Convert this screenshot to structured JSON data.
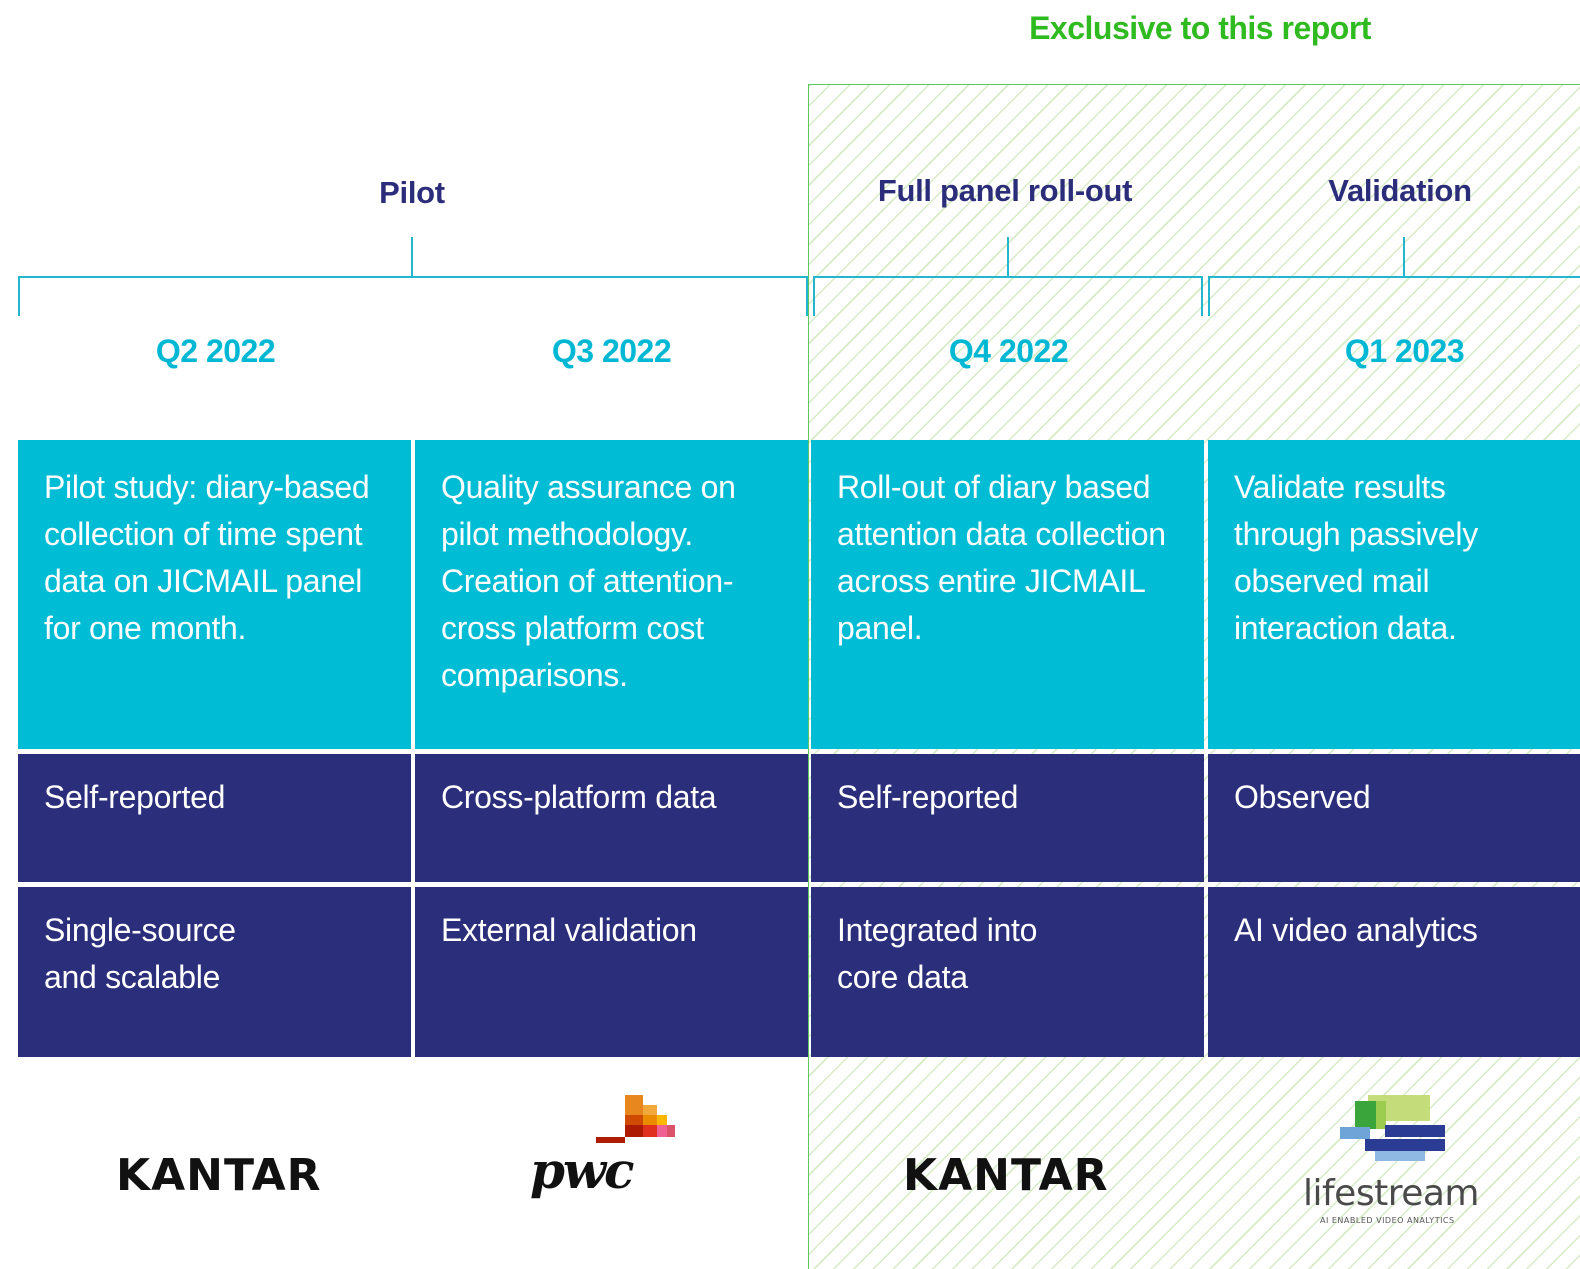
{
  "exclusive_label": "Exclusive to this report",
  "phases": {
    "pilot": "Pilot",
    "full_rollout": "Full panel roll-out",
    "validation": "Validation"
  },
  "quarters": [
    "Q2 2022",
    "Q3 2022",
    "Q4 2022",
    "Q1 2023"
  ],
  "descriptions": [
    "Pilot study: diary-based collection of time spent data on JICMAIL panel for one month.",
    "Quality assurance on pilot methodology. Creation of attention-cross platform cost comparisons.",
    "Roll-out of diary based attention data collection across entire JICMAIL panel.",
    "Validate results through passively observed mail interaction data."
  ],
  "data_type": [
    "Self-reported",
    "Cross-platform data",
    "Self-reported",
    "Observed"
  ],
  "benefit": [
    "Single-source and scalable",
    "External validation",
    "Integrated into core data",
    "AI video analytics"
  ],
  "partners": {
    "kantar_1": "KANTAR",
    "pwc": "pwc",
    "kantar_2": "KANTAR",
    "lifestream_name": "lifestream",
    "lifestream_tagline": "AI ENABLED VIDEO ANALYTICS"
  },
  "colors": {
    "cyan": "#00bcd4",
    "navy": "#2b2e7b",
    "green": "#2fbb1f"
  }
}
